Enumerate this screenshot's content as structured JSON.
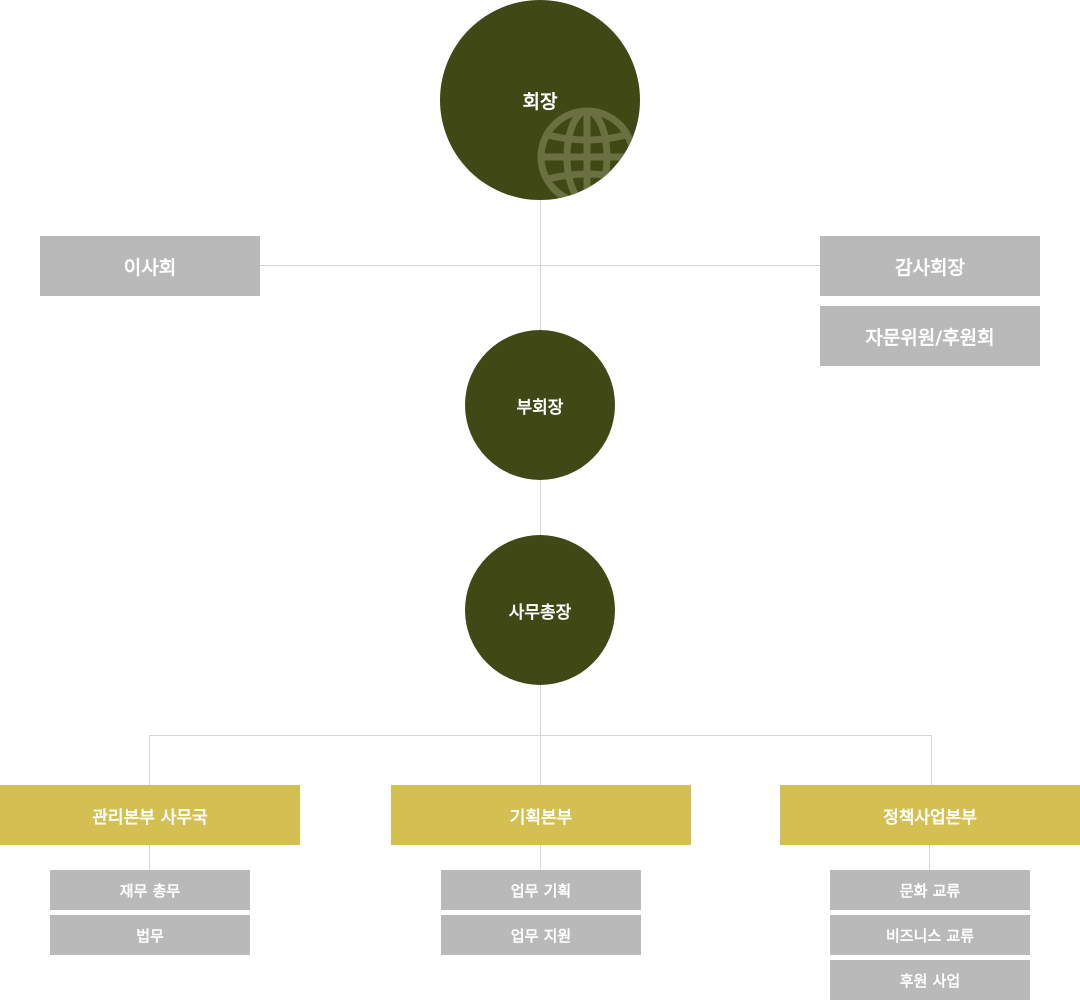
{
  "chairman": {
    "label": "회장",
    "icon": "globe-icon"
  },
  "board": {
    "label": "이사회"
  },
  "auditor": {
    "label": "감사회장"
  },
  "advisory": {
    "label": "자문위원/후원회"
  },
  "vice_chairman": {
    "label": "부회장"
  },
  "secretary_general": {
    "label": "사무총장"
  },
  "divisions": [
    {
      "label": "관리본부 사무국",
      "teams": [
        "재무 총무",
        "법무"
      ]
    },
    {
      "label": "기획본부",
      "teams": [
        "업무 기획",
        "업무 지원"
      ]
    },
    {
      "label": "정책사업본부",
      "teams": [
        "문화 교류",
        "비즈니스 교류",
        "후원 사업"
      ]
    }
  ],
  "colors": {
    "circle": "#404816",
    "gray_box": "#b9b9b9",
    "division_box": "#d4bf52",
    "connector": "#d6d6d6"
  }
}
